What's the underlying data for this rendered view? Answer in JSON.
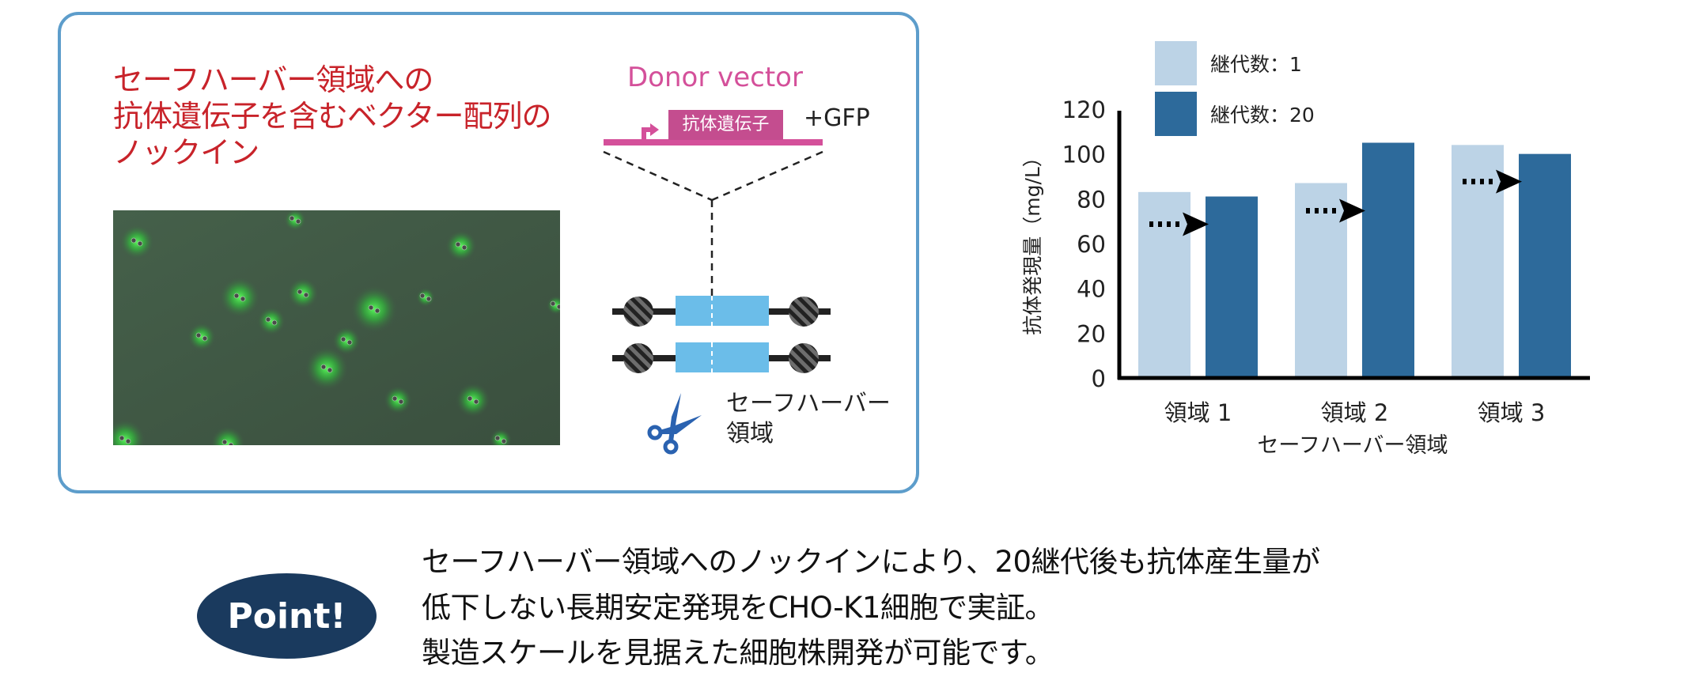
{
  "panel": {
    "title_lines": [
      "セーフハーバー領域への",
      "抗体遺伝子を含むベクター配列の",
      "ノックイン"
    ],
    "title_color": "#c8232a",
    "donor_vector_label": "Donor vector",
    "gene_label": "抗体遺伝子",
    "gfp_label": "+GFP",
    "harbor_label_lines": [
      "セーフハーバー",
      "領域"
    ],
    "icons": [
      "promoter-arrow-icon",
      "scissors-icon"
    ],
    "colors": {
      "border": "#5d9dcb",
      "donor": "#d4509a",
      "gene_box": "#c44d8f",
      "harbor_box": "#6bbde9",
      "scissors": "#2a62b0"
    }
  },
  "point": {
    "badge": "Point!",
    "lines": [
      "セーフハーバー領域へのノックインにより、20継代後も抗体産生量が",
      "低下しない長期安定発現をCHO-K1細胞で実証。",
      "製造スケールを見据えた細胞株開発が可能です。"
    ],
    "badge_color": "#1a3a5e"
  },
  "chart_data": {
    "type": "bar",
    "title": "",
    "categories": [
      "領域 1",
      "領域 2",
      "領域 3"
    ],
    "series": [
      {
        "name": "継代数：1",
        "color": "#bcd3e6",
        "values": [
          83,
          87,
          104
        ]
      },
      {
        "name": "継代数：20",
        "color": "#2d6a9b",
        "values": [
          81,
          105,
          100
        ]
      }
    ],
    "xlabel": "セーフハーバー領域",
    "ylabel": "抗体発現量（mg/L）",
    "ylim": [
      0,
      120
    ],
    "yticks": [
      "0",
      "20",
      "40",
      "60",
      "80",
      "100",
      "120"
    ],
    "grid": false,
    "legend_position": "top-left",
    "annotations": "dotted arrows from 継代数:1 bar to 継代数:20 bar in each region"
  }
}
